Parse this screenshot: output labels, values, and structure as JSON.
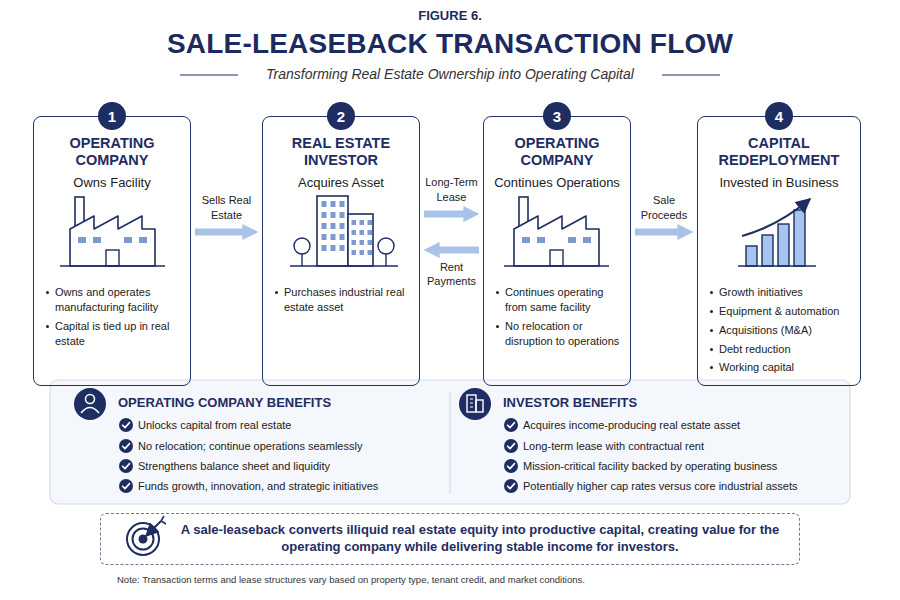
{
  "diagram": {
    "title": "SALE-LEASEBACK TRANSACTION FLOW",
    "nodes": [
      {
        "text": [
          "OPERATING COMPANY",
          "Owns Facility",
          "Owns and operates manufacturing facility",
          "Capital is tied up in real estate"
        ]
      },
      {
        "text": [
          "1"
        ],
        "in": 0
      },
      {
        "text": [
          "REAL ESTATE INVESTOR",
          "Acquires Asset",
          "Purchases industrial real estate asset"
        ]
      },
      {
        "text": [
          "2"
        ],
        "in": 2
      },
      {
        "text": [
          "OPERATING COMPANY",
          "Continues Operations",
          "Continues operating from same facility",
          "No relocation or disruption to operations"
        ]
      },
      {
        "text": [
          "3"
        ],
        "in": 4
      },
      {
        "text": [
          "CAPITAL REDEPLOYMENT",
          "Invested in Business",
          "Growth initiatives",
          "Equipment & automation",
          "Acquisitions (M&A)",
          "Debt reduction",
          "Working capital"
        ]
      },
      {
        "text": [
          "4"
        ],
        "in": 6
      },
      {
        "text": [
          "OPERATING COMPANY BENEFITS",
          "Unlocks capital from real estate",
          "No relocation; continue operations seamlessly",
          "Strengthens balance sheet and liquidity",
          "Funds growth, innovation, and strategic initiatives",
          "INVESTOR BENEFITS",
          "Acquires income-producing real estate asset",
          "Long-term lease with contractual rent",
          "Mission-critical facility backed by operating business",
          "Potentially higher cap rates versus core industrial assets"
        ]
      },
      {
        "text": [
          "A sale-leaseback converts illiquid real estate equity into productive capital, creating value for the operating company while delivering stable income for investors."
        ]
      }
    ],
    "edges": [
      {
        "from": 0,
        "to": 2,
        "label": "Sells Real Estate",
        "arrow": "to"
      },
      {
        "from": 2,
        "to": 4,
        "label": "Long-Term Lease",
        "arrow": "to"
      },
      {
        "from": 4,
        "to": 2,
        "label": "Rent Payments",
        "arrow": "to"
      },
      {
        "from": 4,
        "to": 6,
        "label": "Sale Proceeds",
        "arrow": "to"
      }
    ],
    "labels": [
      "FIGURE 6.",
      "Transforming Real Estate Ownership into Operating Capital",
      "Note: Transaction terms and lease structures vary based on property type, tenant credit, and market conditions."
    ]
  }
}
